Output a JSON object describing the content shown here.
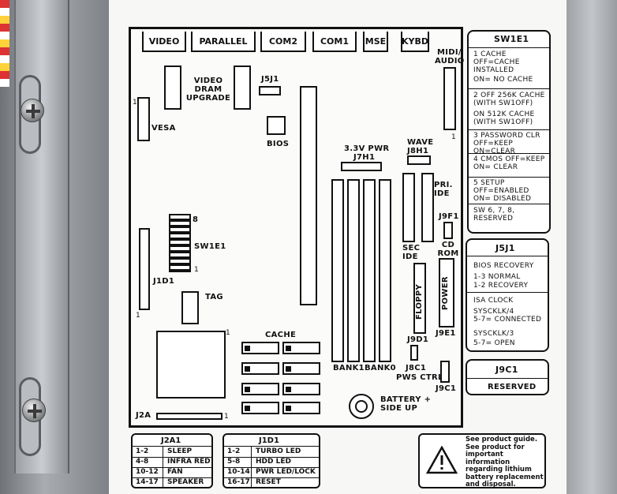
{
  "ports": [
    "VIDEO",
    "PARALLEL",
    "COM2",
    "COM1",
    "MSE",
    "KYBD"
  ],
  "board_labels": {
    "midi": "MIDI/",
    "audio": "AUDIO",
    "video_dram_upgrade": "VIDEO DRAM UPGRADE",
    "j5j1": "J5J1",
    "bios": "BIOS",
    "vesa": "VESA",
    "pwr33": "3.3V PWR",
    "j7h1": "J7H1",
    "wave": "WAVE",
    "j8h1": "J8H1",
    "pri_ide": "PRI. IDE",
    "sec_ide": "SEC IDE",
    "j9f1": "J9F1",
    "cd_rom": "CD ROM",
    "sw1e1": "SW1E1",
    "j1d1": "J1D1",
    "tag": "TAG",
    "floppy": "FLOPPY",
    "power": "POWER",
    "j9e1": "J9E1",
    "cache": "CACHE",
    "j9d1": "J9D1",
    "bank1": "BANK1",
    "bank0": "BANK0",
    "j8c1": "J8C1",
    "pws_ctrl": "PWS CTRL",
    "j9c1": "J9C1",
    "battery": "BATTERY + SIDE UP",
    "j2a": "J2A",
    "one": "1",
    "eight": "8"
  },
  "sw1e1_panel": {
    "title": "SW1E1",
    "items": [
      "1 CACHE OFF=CACHE INSTALLED",
      "ON= NO CACHE",
      "2 OFF 256K CACHE (WITH SW1OFF)",
      "ON 512K CACHE (WITH SW1OFF)",
      "3 PASSWORD CLR OFF=KEEP ON=CLEAR",
      "4 CMOS OFF=KEEP ON= CLEAR",
      "5 SETUP OFF=ENABLED ON= DISABLED",
      "SW 6, 7, 8, RESERVED"
    ]
  },
  "j5j1_panel": {
    "title": "J5J1",
    "items": [
      "BIOS RECOVERY",
      "1-3 NORMAL",
      "1-2 RECOVERY",
      "ISA CLOCK",
      "SYSCKLK/4",
      "5-7= CONNECTED",
      "SYSCKLK/3",
      "5-7= OPEN"
    ]
  },
  "j9c1_panel": {
    "title": "J9C1",
    "value": "RESERVED"
  },
  "j2a1_table": {
    "title": "J2A1",
    "rows": [
      [
        "1-2",
        "SLEEP"
      ],
      [
        "4-8",
        "INFRA RED"
      ],
      [
        "10-12",
        "FAN"
      ],
      [
        "14-17",
        "SPEAKER"
      ]
    ]
  },
  "j1d1_table": {
    "title": "J1D1",
    "rows": [
      [
        "1-2",
        "TURBO LED"
      ],
      [
        "5-8",
        "HDD LED"
      ],
      [
        "10-14",
        "PWR LED/LOCK"
      ],
      [
        "16-17",
        "RESET"
      ]
    ]
  },
  "warning": {
    "text": "See product guide. See product for important information regarding lithium battery replacement and disposal."
  }
}
